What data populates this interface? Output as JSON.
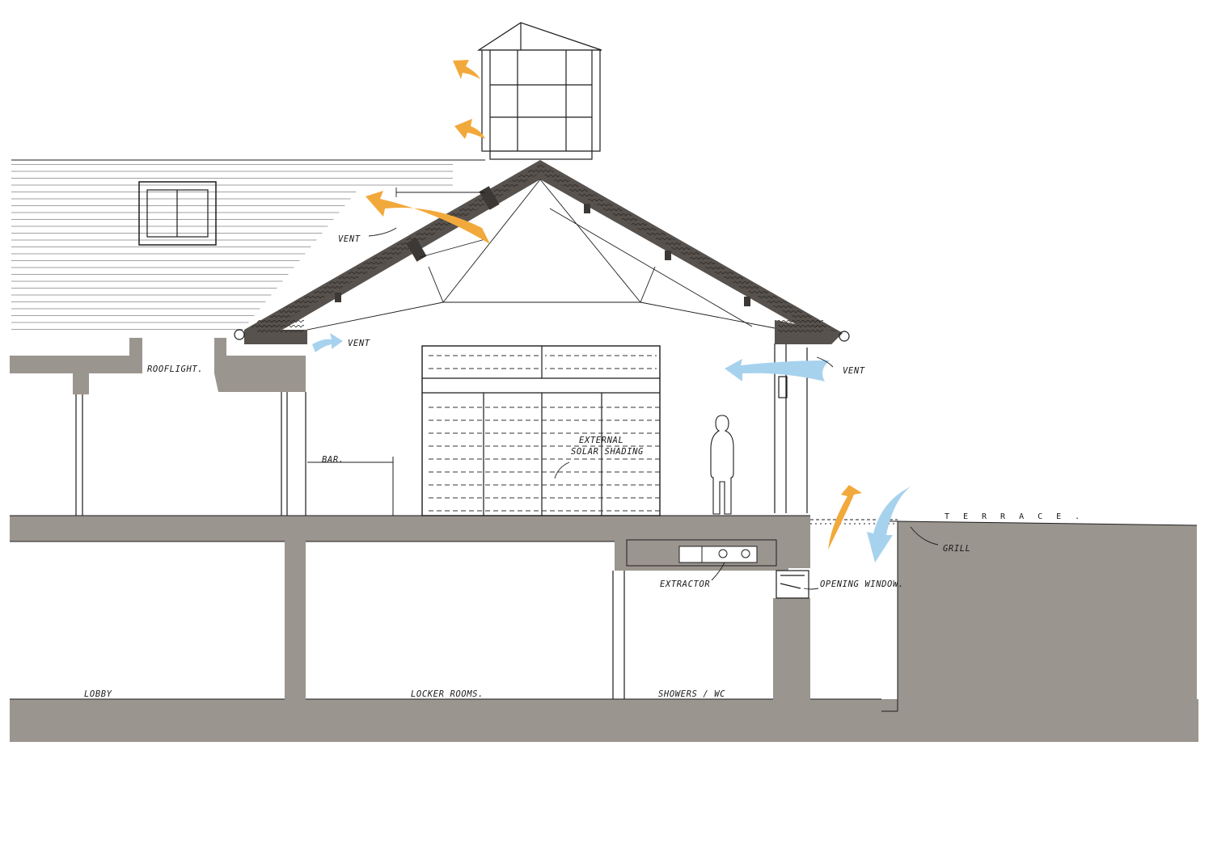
{
  "labels": {
    "vent_roof": "VENT",
    "vent_eave": "VENT",
    "vent_right": "VENT",
    "rooflight": "ROOFLIGHT.",
    "bar": "BAR.",
    "shading_line1": "EXTERNAL",
    "shading_line2": "SOLAR SHADING",
    "terrace": "TERRACE.",
    "grill": "GRILL",
    "extractor": "EXTRACTOR",
    "opening_window": "OPENING WINDOW.",
    "lobby": "LOBBY",
    "locker_rooms": "LOCKER ROOMS.",
    "showers_wc": "SHOWERS / WC"
  },
  "colors": {
    "section_fill": "#9b958f",
    "roof_dark": "#57524e",
    "warm_air": "#f2a93b",
    "cool_air": "#a7d2ee",
    "ink": "#1c1c1c",
    "background": "#ffffff"
  }
}
